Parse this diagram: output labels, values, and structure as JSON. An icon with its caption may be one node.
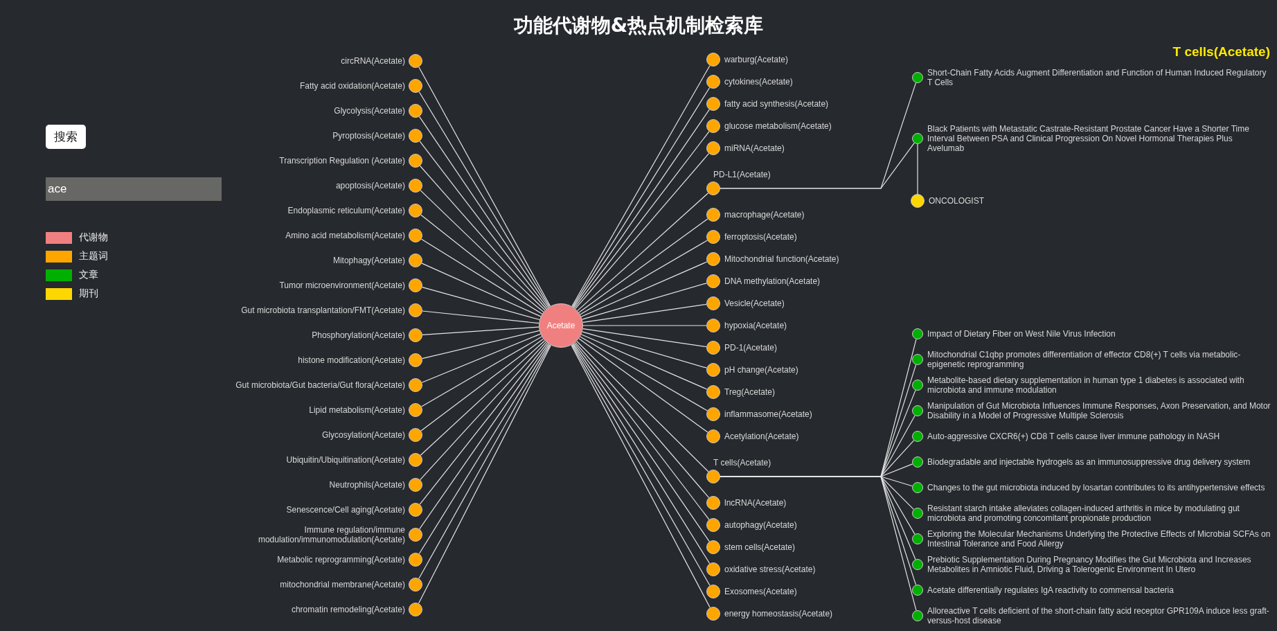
{
  "diagram": {
    "title": "功能代谢物&热点机制检索库",
    "nodes": [
      {
        "text": [
          "Acetate"
        ]
      },
      {
        "text": [
          "circRNA(Acetate)"
        ]
      },
      {
        "text": [
          "Fatty acid oxidation(Acetate)"
        ]
      },
      {
        "text": [
          "Glycolysis(Acetate)"
        ]
      },
      {
        "text": [
          "Pyroptosis(Acetate)"
        ]
      },
      {
        "text": [
          "Transcription Regulation (Acetate)"
        ]
      },
      {
        "text": [
          "apoptosis(Acetate)"
        ]
      },
      {
        "text": [
          "Endoplasmic reticulum(Acetate)"
        ]
      },
      {
        "text": [
          "Amino acid metabolism(Acetate)"
        ]
      },
      {
        "text": [
          "Mitophagy(Acetate)"
        ]
      },
      {
        "text": [
          "Tumor microenvironment(Acetate)"
        ]
      },
      {
        "text": [
          "Gut microbiota transplantation/FMT(Acetate)"
        ]
      },
      {
        "text": [
          "Phosphorylation(Acetate)"
        ]
      },
      {
        "text": [
          "warburg(Acetate)"
        ]
      },
      {
        "text": [
          "cytokines(Acetate)"
        ]
      },
      {
        "text": [
          "fatty acid synthesis(Acetate)"
        ]
      },
      {
        "text": [
          "histone modification(Acetate)"
        ]
      },
      {
        "text": [
          "glucose metabolism(Acetate)"
        ]
      },
      {
        "text": [
          "Gut microbiota/Gut bacteria/Gut flora(Acetate)"
        ]
      },
      {
        "text": [
          "Lipid metabolism(Acetate)"
        ]
      },
      {
        "text": [
          "Glycosylation(Acetate)"
        ]
      },
      {
        "text": [
          "Ubiquitin/Ubiquitination(Acetate)"
        ]
      },
      {
        "text": [
          "miRNA(Acetate)"
        ]
      },
      {
        "text": [
          "macrophage(Acetate)"
        ]
      },
      {
        "text": [
          "Neutrophils(Acetate)"
        ]
      },
      {
        "text": [
          "ferroptosis(Acetate)"
        ]
      },
      {
        "text": [
          "Senescence/Cell aging(Acetate)"
        ]
      },
      {
        "text": [
          "Mitochondrial function(Acetate)"
        ]
      },
      {
        "text": [
          "PD-L1(Acetate)"
        ]
      },
      {
        "text": [
          "DNA methylation(Acetate)"
        ]
      },
      {
        "text": [
          "Immune regulation/immune modulation/immunomodulation(Acetate)"
        ]
      },
      {
        "text": [
          "Vesicle(Acetate)"
        ]
      },
      {
        "text": [
          "hypoxia(Acetate)"
        ]
      },
      {
        "text": [
          "Metabolic reprogramming(Acetate)"
        ]
      },
      {
        "text": [
          "PD-1(Acetate)"
        ]
      },
      {
        "text": [
          "mitochondrial membrane(Acetate)"
        ]
      },
      {
        "text": [
          "pH change(Acetate)"
        ]
      },
      {
        "text": [
          "Treg(Acetate)"
        ]
      },
      {
        "text": [
          "inflammasome(Acetate)"
        ]
      },
      {
        "text": [
          "Acetylation(Acetate)"
        ]
      },
      {
        "text": [
          "lncRNA(Acetate)"
        ]
      },
      {
        "text": [
          "autophagy(Acetate)"
        ]
      },
      {
        "text": [
          "stem cells(Acetate)"
        ]
      },
      {
        "text": [
          "oxidative stress(Acetate)"
        ]
      },
      {
        "text": [
          "chromatin remodeling(Acetate)"
        ]
      },
      {
        "text": [
          "Exosomes(Acetate)"
        ]
      },
      {
        "text": [
          "energy homeostasis(Acetate)"
        ]
      },
      {
        "text": [
          "T cells(Acetate)"
        ]
      },
      {
        "text": [
          "Short-Chain Fatty Acids Augment Differentiation and Function of Human Induced Regulatory T Cells"
        ]
      },
      {
        "text": [
          "Black Patients with Metastatic Castrate-Resistant Prostate Cancer Have a Shorter Time Interval Between PSA and Clinical Progression On Novel Hormonal Therapies Plus Avelumab"
        ]
      },
      {
        "text": [
          "ONCOLOGIST"
        ]
      },
      {
        "text": [
          "Impact of Dietary Fiber on West Nile Virus Infection"
        ]
      },
      {
        "text": [
          "Mitochondrial C1qbp promotes differentiation of effector CD8(+) T cells via metabolic-epigenetic reprogramming"
        ]
      },
      {
        "text": [
          "Metabolite-based dietary supplementation in human type 1 diabetes is associated with microbiota and immune modulation"
        ]
      },
      {
        "text": [
          "Manipulation of Gut Microbiota Influences Immune Responses, Axon Preservation, and Motor Disability in a Model of Progressive Multiple Sclerosis"
        ]
      },
      {
        "text": [
          "Auto-aggressive CXCR6(+) CD8 T cells cause liver immune pathology in NASH"
        ]
      },
      {
        "text": [
          "Biodegradable and injectable hydrogels as an immunosuppressive drug delivery system"
        ]
      },
      {
        "text": [
          "Changes to the gut microbiota induced by losartan contributes to its antihypertensive effects"
        ]
      },
      {
        "text": [
          "Resistant starch intake alleviates collagen-induced arthritis in mice by modulating gut microbiota and promoting concomitant propionate production"
        ]
      },
      {
        "text": [
          "Exploring the Molecular Mechanisms Underlying the Protective Effects of Microbial SCFAs on Intestinal Tolerance and Food Allergy"
        ]
      },
      {
        "text": [
          "Prebiotic Supplementation During Pregnancy Modifies the Gut Microbiota and Increases Metabolites in Amniotic Fluid, Driving a Tolerogenic Environment In Utero"
        ]
      },
      {
        "text": [
          "Acetate differentially regulates IgA reactivity to commensal bacteria"
        ]
      },
      {
        "text": [
          "Alloreactive T cells deficient of the short-chain fatty acid receptor GPR109A induce less graft-versus-host disease"
        ]
      }
    ],
    "edges": [
      {
        "from": 0,
        "to": 1,
        "arrow": "none"
      },
      {
        "from": 0,
        "to": 2,
        "arrow": "none"
      },
      {
        "from": 0,
        "to": 3,
        "arrow": "none"
      },
      {
        "from": 0,
        "to": 4,
        "arrow": "none"
      },
      {
        "from": 0,
        "to": 5,
        "arrow": "none"
      },
      {
        "from": 0,
        "to": 6,
        "arrow": "none"
      },
      {
        "from": 0,
        "to": 7,
        "arrow": "none"
      },
      {
        "from": 0,
        "to": 8,
        "arrow": "none"
      },
      {
        "from": 0,
        "to": 9,
        "arrow": "none"
      },
      {
        "from": 0,
        "to": 10,
        "arrow": "none"
      },
      {
        "from": 0,
        "to": 11,
        "arrow": "none"
      },
      {
        "from": 0,
        "to": 12,
        "arrow": "none"
      },
      {
        "from": 0,
        "to": 13,
        "arrow": "none"
      },
      {
        "from": 0,
        "to": 14,
        "arrow": "none"
      },
      {
        "from": 0,
        "to": 15,
        "arrow": "none"
      },
      {
        "from": 0,
        "to": 16,
        "arrow": "none"
      },
      {
        "from": 0,
        "to": 17,
        "arrow": "none"
      },
      {
        "from": 0,
        "to": 18,
        "arrow": "none"
      },
      {
        "from": 0,
        "to": 19,
        "arrow": "none"
      },
      {
        "from": 0,
        "to": 20,
        "arrow": "none"
      },
      {
        "from": 0,
        "to": 21,
        "arrow": "none"
      },
      {
        "from": 0,
        "to": 22,
        "arrow": "none"
      },
      {
        "from": 0,
        "to": 23,
        "arrow": "none"
      },
      {
        "from": 0,
        "to": 24,
        "arrow": "none"
      },
      {
        "from": 0,
        "to": 25,
        "arrow": "none"
      },
      {
        "from": 0,
        "to": 26,
        "arrow": "none"
      },
      {
        "from": 0,
        "to": 27,
        "arrow": "none"
      },
      {
        "from": 0,
        "to": 28,
        "arrow": "none"
      },
      {
        "from": 0,
        "to": 29,
        "arrow": "none"
      },
      {
        "from": 0,
        "to": 30,
        "arrow": "none"
      },
      {
        "from": 0,
        "to": 31,
        "arrow": "none"
      },
      {
        "from": 0,
        "to": 32,
        "arrow": "none"
      },
      {
        "from": 0,
        "to": 33,
        "arrow": "none"
      },
      {
        "from": 0,
        "to": 34,
        "arrow": "none"
      },
      {
        "from": 0,
        "to": 35,
        "arrow": "none"
      },
      {
        "from": 0,
        "to": 36,
        "arrow": "none"
      },
      {
        "from": 0,
        "to": 37,
        "arrow": "none"
      },
      {
        "from": 0,
        "to": 38,
        "arrow": "none"
      },
      {
        "from": 0,
        "to": 39,
        "arrow": "none"
      },
      {
        "from": 0,
        "to": 40,
        "arrow": "none"
      },
      {
        "from": 0,
        "to": 41,
        "arrow": "none"
      },
      {
        "from": 0,
        "to": 42,
        "arrow": "none"
      },
      {
        "from": 0,
        "to": 43,
        "arrow": "none"
      },
      {
        "from": 0,
        "to": 44,
        "arrow": "none"
      },
      {
        "from": 0,
        "to": 45,
        "arrow": "none"
      },
      {
        "from": 0,
        "to": 46,
        "arrow": "none"
      },
      {
        "from": 0,
        "to": 47,
        "arrow": "none"
      },
      {
        "from": 28,
        "to": 48,
        "arrow": "none"
      },
      {
        "from": 28,
        "to": 49,
        "arrow": "none"
      },
      {
        "from": 49,
        "to": 50,
        "arrow": "none"
      },
      {
        "from": 47,
        "to": 51,
        "arrow": "none"
      },
      {
        "from": 47,
        "to": 52,
        "arrow": "none"
      },
      {
        "from": 47,
        "to": 53,
        "arrow": "none"
      },
      {
        "from": 47,
        "to": 54,
        "arrow": "none"
      },
      {
        "from": 47,
        "to": 55,
        "arrow": "none"
      },
      {
        "from": 47,
        "to": 56,
        "arrow": "none"
      },
      {
        "from": 47,
        "to": 57,
        "arrow": "none"
      },
      {
        "from": 47,
        "to": 58,
        "arrow": "none"
      },
      {
        "from": 47,
        "to": 59,
        "arrow": "none"
      },
      {
        "from": 47,
        "to": 60,
        "arrow": "none"
      },
      {
        "from": 47,
        "to": 61,
        "arrow": "none"
      },
      {
        "from": 47,
        "to": 62,
        "arrow": "none"
      }
    ],
    "labels": [
      "搜索",
      "ace",
      "T cells(Acetate)"
    ],
    "legend": [
      {
        "text": "代谢物",
        "color": "#f08080"
      },
      {
        "text": "主题词",
        "color": "#ffa500"
      },
      {
        "text": "文章",
        "color": "#00b000"
      },
      {
        "text": "期刊",
        "color": "#ffd700"
      }
    ]
  }
}
